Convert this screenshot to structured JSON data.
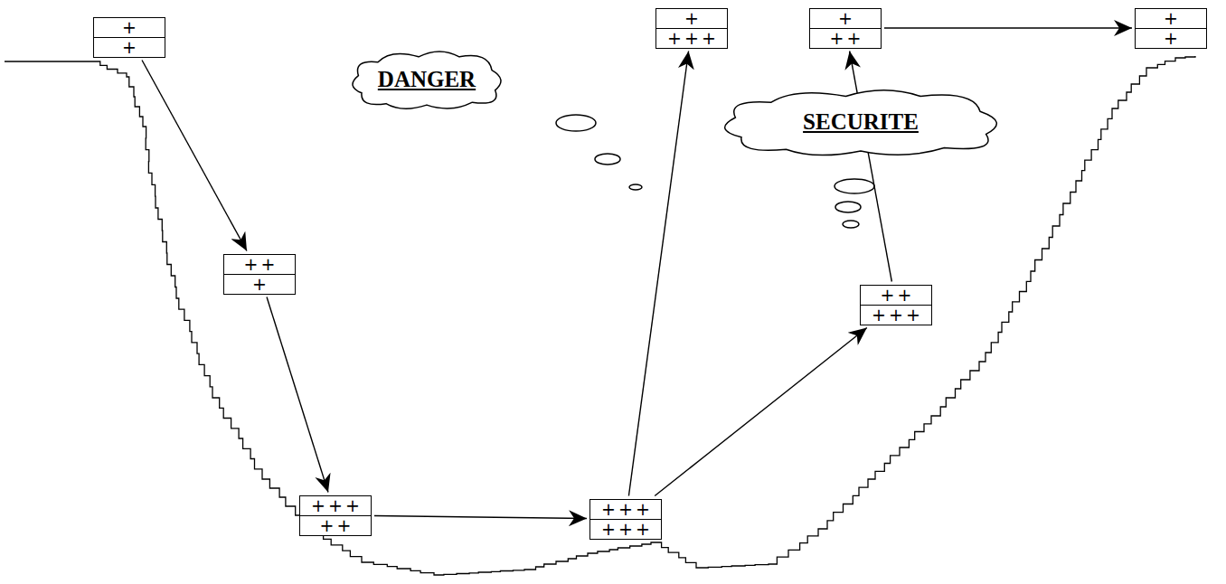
{
  "diagram": {
    "nodes": [
      {
        "text": [
          "+",
          "+"
        ]
      },
      {
        "text": [
          "DANGER"
        ]
      },
      {
        "text": [
          "+",
          "+++"
        ]
      },
      {
        "text": [
          "+",
          "++"
        ]
      },
      {
        "text": [
          "+",
          "+"
        ]
      },
      {
        "text": [
          "SECURITE"
        ]
      },
      {
        "text": [
          "++",
          "+"
        ]
      },
      {
        "text": [
          "++",
          "+++"
        ]
      },
      {
        "text": [
          "+++",
          "++"
        ]
      },
      {
        "text": [
          "+++",
          "+++"
        ]
      }
    ],
    "edges": [
      {
        "from": 0,
        "to": 6,
        "arrow": "to"
      },
      {
        "from": 6,
        "to": 8,
        "arrow": "to"
      },
      {
        "from": 8,
        "to": 9,
        "arrow": "to"
      },
      {
        "from": 9,
        "to": 2,
        "arrow": "to"
      },
      {
        "from": 9,
        "to": 7,
        "arrow": "to"
      },
      {
        "from": 7,
        "to": 3,
        "arrow": "to"
      },
      {
        "from": 3,
        "to": 4,
        "arrow": "to"
      }
    ]
  }
}
